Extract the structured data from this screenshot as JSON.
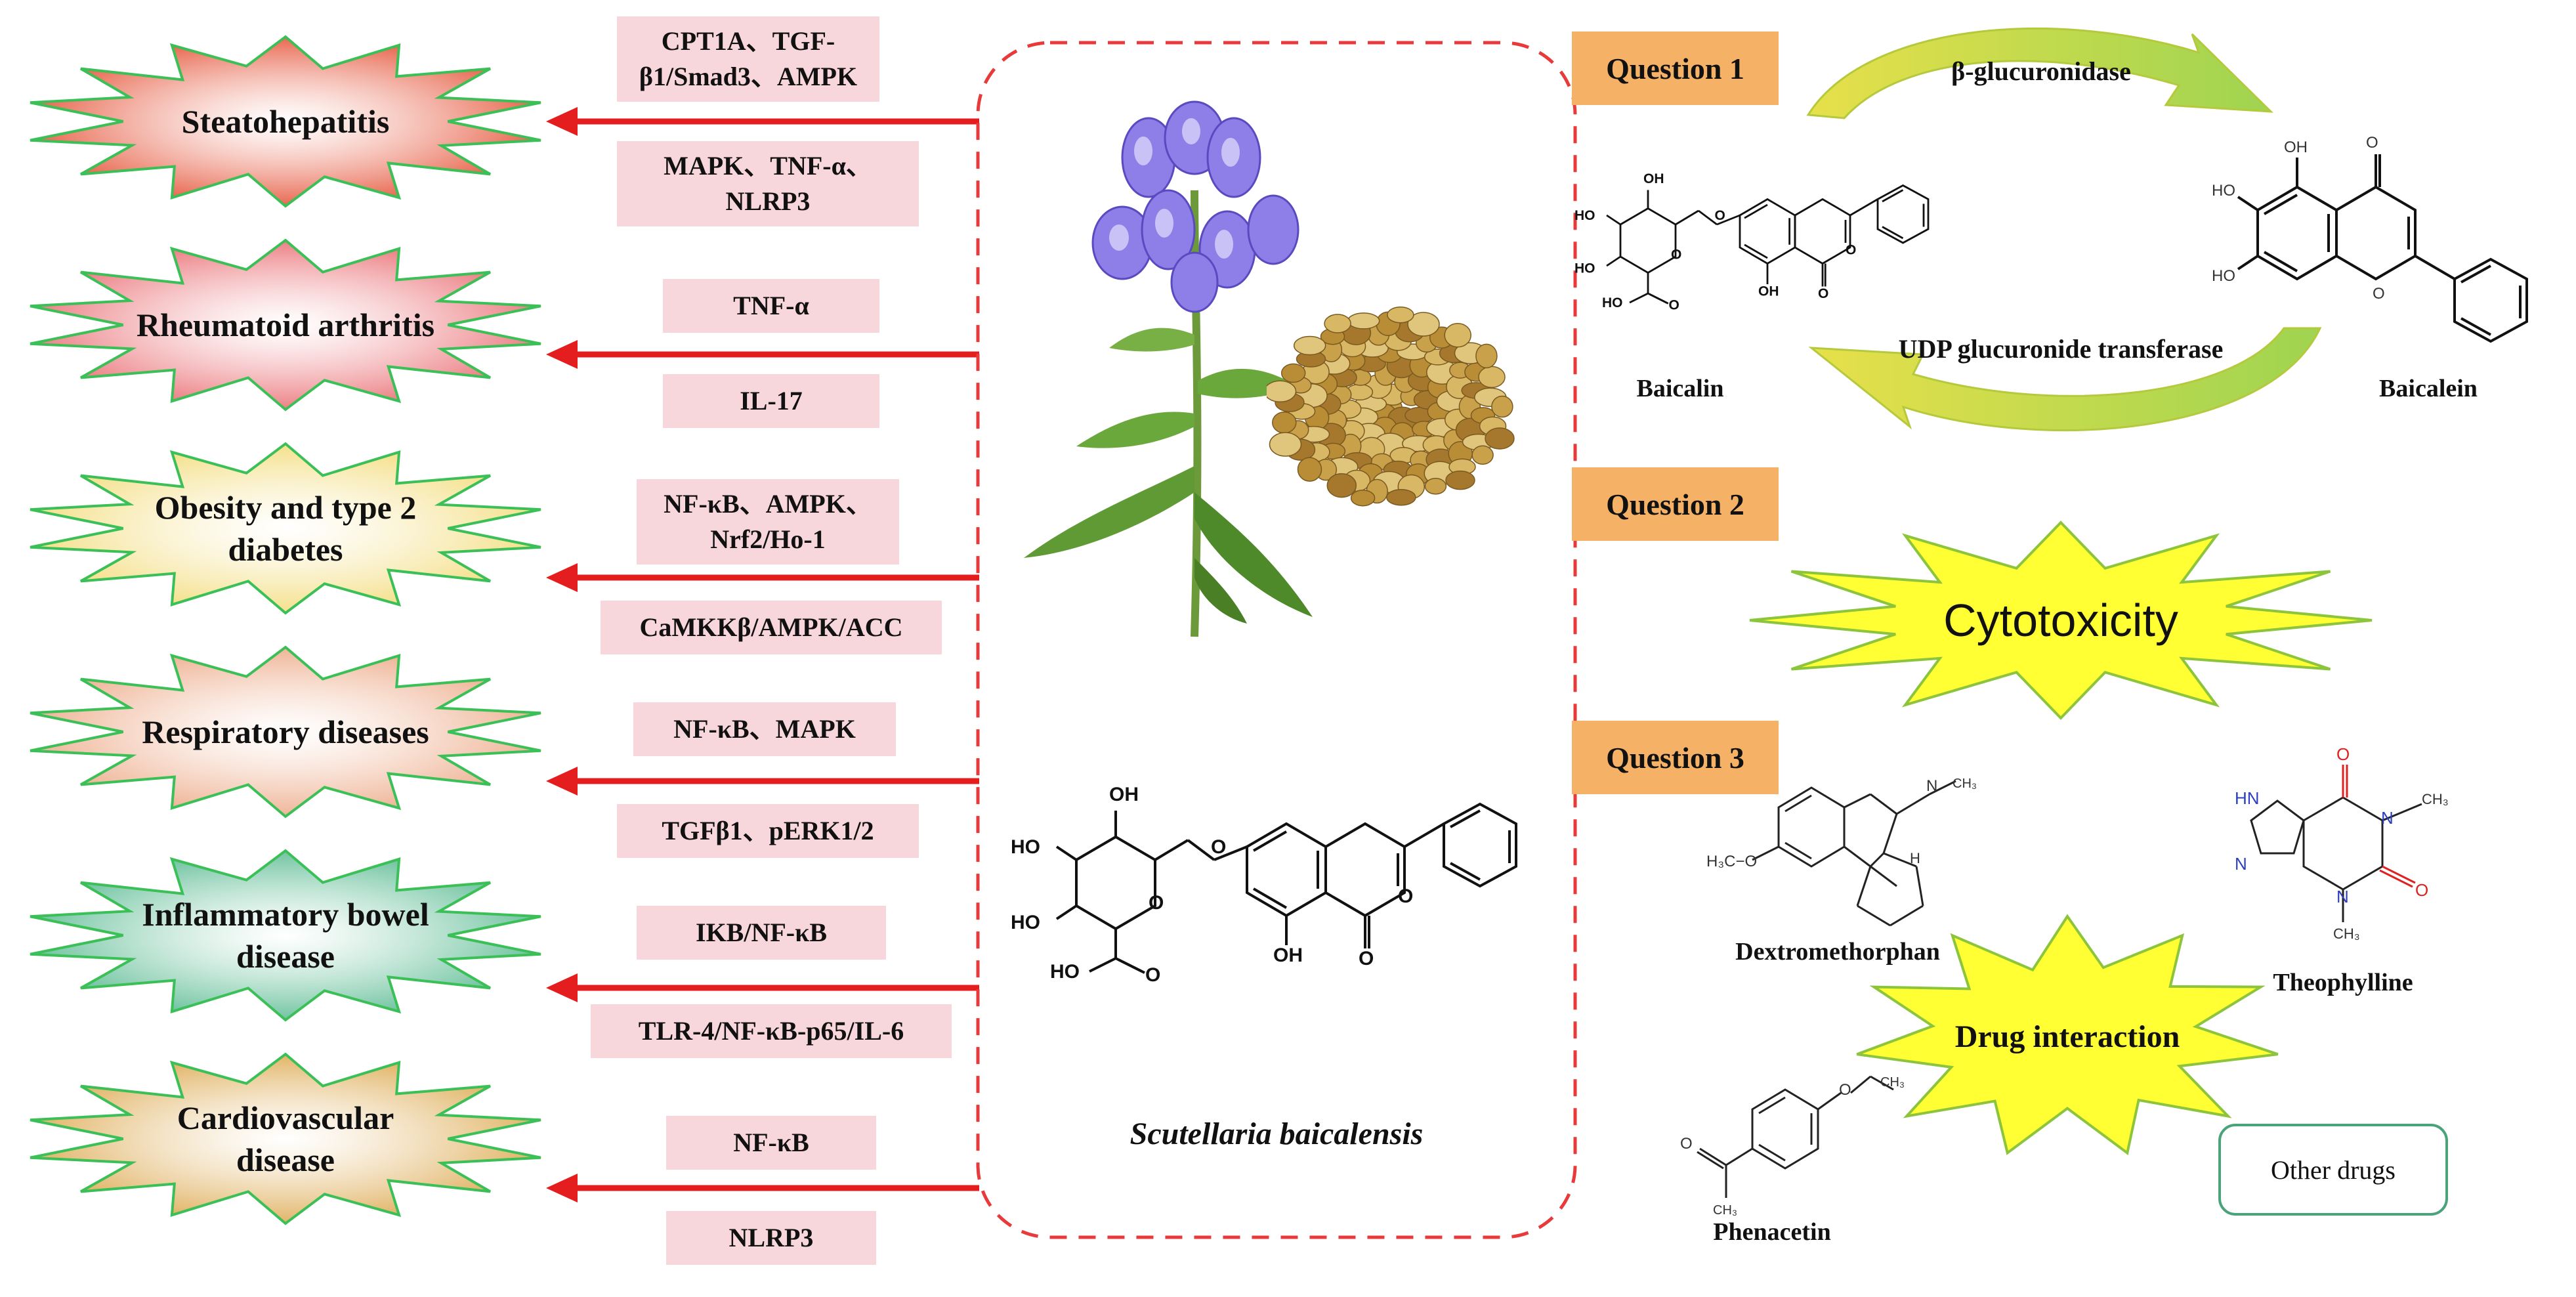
{
  "diseases": [
    {
      "label": "Steatohepatitis",
      "pathways": [
        "CPT1A、TGF-β1/Smad3、AMPK",
        "MAPK、TNF-α、NLRP3"
      ],
      "color": "#e8674f"
    },
    {
      "label": "Rheumatoid arthritis",
      "pathways": [
        "TNF-α",
        "IL-17"
      ],
      "color": "#ec7f84"
    },
    {
      "label": "Obesity and type 2 diabetes",
      "pathways": [
        "NF-κB、AMPK、Nrf2/Ho-1",
        "CaMKKβ/AMPK/ACC"
      ],
      "color": "#f4e08a"
    },
    {
      "label": "Respiratory diseases",
      "pathways": [
        "NF-κB、MAPK",
        "TGFβ1、pERK1/2"
      ],
      "color": "#efb496"
    },
    {
      "label": "Inflammatory bowel disease",
      "pathways": [
        "IKB/NF-κB",
        "TLR-4/NF-κB-p65/IL-6"
      ],
      "color": "#6fc3a0"
    },
    {
      "label": "Cardiovascular disease",
      "pathways": [
        "NF-κB",
        "NLRP3"
      ],
      "color": "#e1b466"
    }
  ],
  "center": {
    "species": "Scutellaria baicalensis"
  },
  "questions": {
    "q1": {
      "label": "Question 1",
      "enzyme_top": "β-glucuronidase",
      "enzyme_bottom": "UDP glucuronide transferase",
      "left_compound": "Baicalin",
      "right_compound": "Baicalein"
    },
    "q2": {
      "label": "Question 2",
      "burst": "Cytotoxicity"
    },
    "q3": {
      "label": "Question 3",
      "burst": "Drug interaction",
      "drugs": [
        "Dextromethorphan",
        "Theophylline",
        "Phenacetin"
      ],
      "other_drugs": "Other drugs"
    }
  },
  "colors": {
    "arrow": "#e41e1e",
    "dashed_border": "#e83a3a",
    "pathway_box": "#f8d7dc",
    "question_box": "#f5b165",
    "burst_yellow": "#ffff33",
    "cycle_arrow": "#c8e64a",
    "other_drugs_border": "#4aa37a"
  }
}
